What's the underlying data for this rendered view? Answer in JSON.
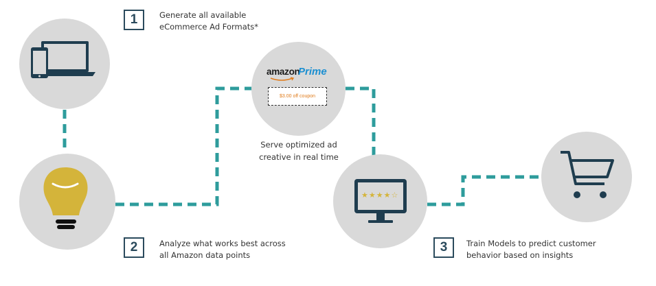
{
  "steps": [
    {
      "number": "1",
      "line1": "Generate all available",
      "line2": "eCommerce Ad Formats*"
    },
    {
      "number": "2",
      "line1": "Analyze what works best across",
      "line2": "all Amazon data points"
    },
    {
      "number": "3",
      "line1": "Train Models to predict customer",
      "line2": "behavior based on insights"
    }
  ],
  "center_caption": {
    "line1": "Serve optimized ad",
    "line2": "creative in real time"
  },
  "ad": {
    "brand_amazon": "amazon",
    "brand_prime": "Prime",
    "coupon_text": "$3.00 off coupon"
  },
  "rating_stars": "★★★★☆",
  "icons": {
    "devices": "devices-icon",
    "lightbulb": "lightbulb-icon",
    "ad_preview": "amazon-prime-ad-icon",
    "monitor": "monitor-rating-icon",
    "cart": "shopping-cart-icon"
  },
  "colors": {
    "connector": "#2e9c9c",
    "circle": "#d9d9d9",
    "step_border": "#2a4a5c",
    "bulb": "#d4b43a",
    "prime_blue": "#1b8fd1",
    "coupon_orange": "#e07b1a"
  }
}
